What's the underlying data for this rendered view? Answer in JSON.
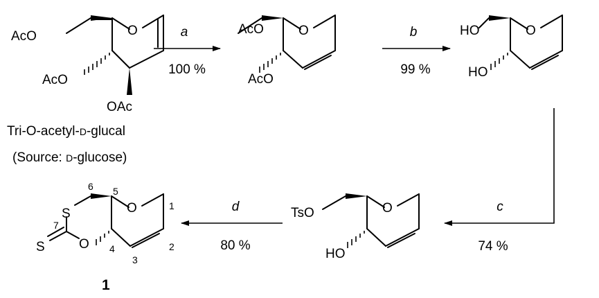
{
  "scheme": {
    "start": {
      "groups": [
        "AcO",
        "AcO",
        "OAc",
        "O"
      ],
      "caption_name": "Tri-O-acetyl-",
      "caption_name_sc": "D",
      "caption_name_tail": "-glucal",
      "caption_source_pre": "(Source: ",
      "caption_source_sc": "D",
      "caption_source_tail": "-glucose)"
    },
    "step_a": {
      "reagent": "a",
      "yield": "100 %"
    },
    "intermediate1": {
      "groups": [
        "AcO",
        "AcO",
        "O"
      ]
    },
    "step_b": {
      "reagent": "b",
      "yield": "99 %"
    },
    "intermediate2": {
      "groups": [
        "HO",
        "HO",
        "O"
      ]
    },
    "step_c": {
      "reagent": "c",
      "yield": "74 %"
    },
    "intermediate3": {
      "groups": [
        "TsO",
        "HO",
        "O"
      ]
    },
    "step_d": {
      "reagent": "d",
      "yield": "80 %"
    },
    "product": {
      "atoms": [
        "S",
        "S",
        "O",
        "O"
      ],
      "numbers": [
        "6",
        "5",
        "1",
        "7",
        "2",
        "4",
        "3"
      ],
      "label": "1"
    }
  }
}
